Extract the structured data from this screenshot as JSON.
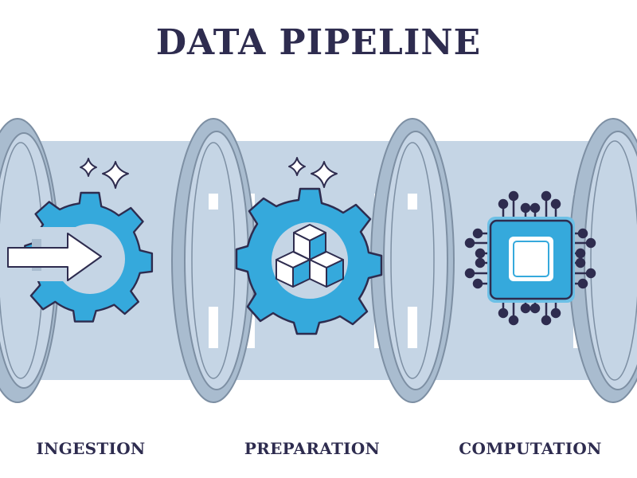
{
  "title": "DATA PIPELINE",
  "stages": [
    {
      "label": "INGESTION",
      "icon": "gear-with-arrow-icon"
    },
    {
      "label": "PREPARATION",
      "icon": "gear-with-cubes-icon"
    },
    {
      "label": "COMPUTATION",
      "icon": "cpu-chip-icon"
    }
  ],
  "colors": {
    "pipe": "#c5d5e5",
    "pipe_highlight": "#ffffff",
    "ring_face": "#a9bccf",
    "ring_inner": "#c7d6e6",
    "ring_outline": "#7d8fa3",
    "accent_blue": "#35a9dc",
    "outline": "#2e2c4f",
    "title_text": "#2e2c4f"
  }
}
